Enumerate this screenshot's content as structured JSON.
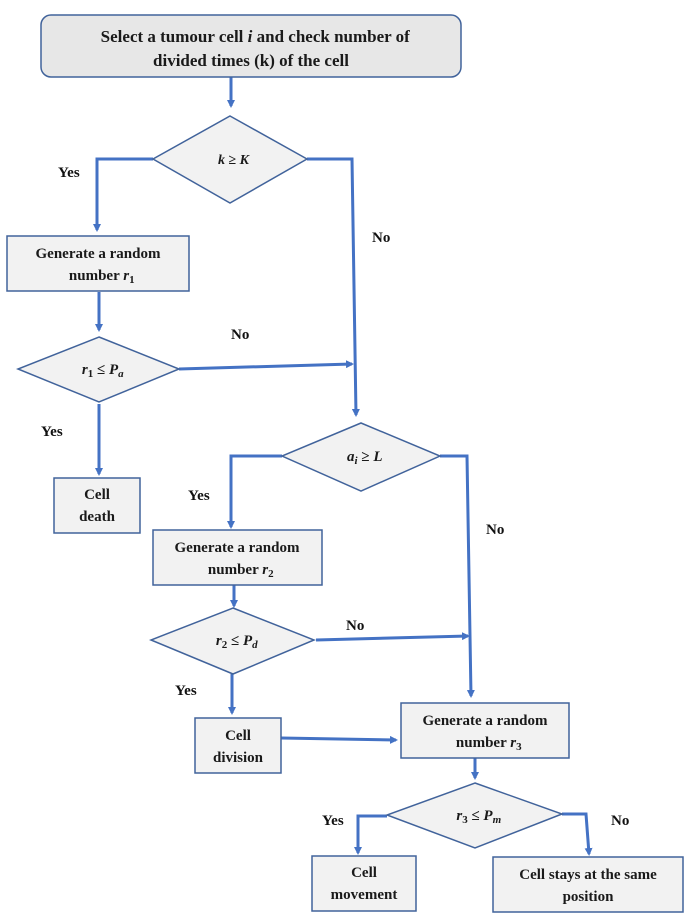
{
  "colors": {
    "stroke": "#4472c4",
    "node_fill": "#f2f2f2",
    "start_fill": "#e7e7e7",
    "node_border": "#41639b",
    "text": "#1a1a1a"
  },
  "nodes": {
    "start": {
      "line1": "Select a tumour cell i and check number of",
      "line2": "divided times (k) of the cell",
      "line1_pre": "Select a tumour cell ",
      "line1_var": "i",
      "line1_post": " and check number of"
    },
    "decision_k": {
      "lhs": "k",
      "op": " ≥ ",
      "rhs": "K"
    },
    "gen_r1": {
      "line1": "Generate a random",
      "line2_pre": "number ",
      "var": "r",
      "sub": "1"
    },
    "decision_r1": {
      "var": "r",
      "sub": "1",
      "op": " ≤ ",
      "rhs": "P",
      "rhs_sub": "a"
    },
    "cell_death": {
      "line1": "Cell",
      "line2": "death"
    },
    "decision_a": {
      "var": "a",
      "sub": "i",
      "op": " ≥ ",
      "rhs": "L"
    },
    "gen_r2": {
      "line1": "Generate a random",
      "line2_pre": "number ",
      "var": "r",
      "sub": "2"
    },
    "decision_r2": {
      "var": "r",
      "sub": "2",
      "op": " ≤ ",
      "rhs": "P",
      "rhs_sub": "d"
    },
    "cell_division": {
      "line1": "Cell",
      "line2": "division"
    },
    "gen_r3": {
      "line1": "Generate a random",
      "line2_pre": "number ",
      "var": "r",
      "sub": "3"
    },
    "decision_r3": {
      "var": "r",
      "sub": "3",
      "op": " ≤ ",
      "rhs": "P",
      "rhs_sub": "m"
    },
    "cell_movement": {
      "line1": "Cell",
      "line2": "movement"
    },
    "cell_stays": {
      "line1": "Cell stays at the same",
      "line2": "position"
    }
  },
  "edge_labels": {
    "k_yes": "Yes",
    "k_no": "No",
    "r1_no": "No",
    "r1_yes": "Yes",
    "a_yes": "Yes",
    "a_no": "No",
    "r2_no": "No",
    "r2_yes": "Yes",
    "r3_yes": "Yes",
    "r3_no": "No"
  }
}
